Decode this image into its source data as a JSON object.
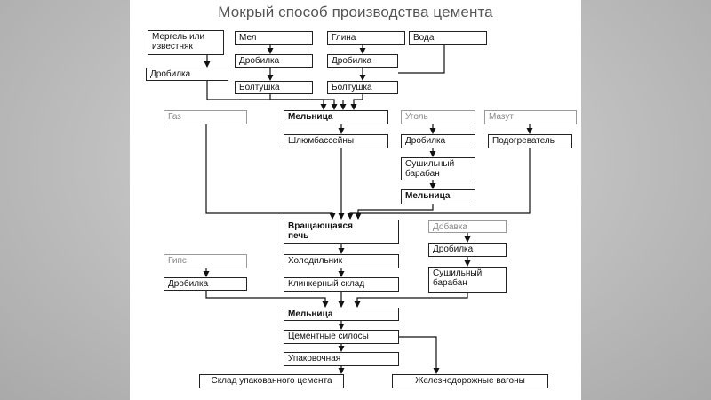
{
  "title": "Мокрый способ производства цемента",
  "nodes": {
    "mergel": "Мергель или\nизвестняк",
    "mel": "Мел",
    "glina": "Глина",
    "voda": "Вода",
    "drob_mergel": "Дробилка",
    "drob_mel": "Дробилка",
    "drob_glina": "Дробилка",
    "boltushka_mel": "Болтушка",
    "boltushka_glina": "Болтушка",
    "gaz": "Газ",
    "melnitsa_1": "Мельница",
    "ugol": "Уголь",
    "mazut": "Мазут",
    "shlam": "Шлюмбассейны",
    "drob_ugol": "Дробилка",
    "podogrevatel": "Подогреватель",
    "sush_ugol": "Сушильный\nбарабан",
    "melnitsa_ugol": "Мельница",
    "pech": "Вращающаяся\nпечь",
    "dobavka": "Добавка",
    "drob_dobavka": "Дробилка",
    "holodilnik": "Холодильник",
    "gips": "Гипс",
    "sush_dobavka": "Сушильный\nбарабан",
    "drob_gips": "Дробилка",
    "klinker": "Клинкерный склад",
    "melnitsa_2": "Мельница",
    "silosy": "Цементные силосы",
    "upakovochnaya": "Упаковочная",
    "sklad": "Склад упакованного цемента",
    "vagony": "Железнодорожные вагоны"
  }
}
